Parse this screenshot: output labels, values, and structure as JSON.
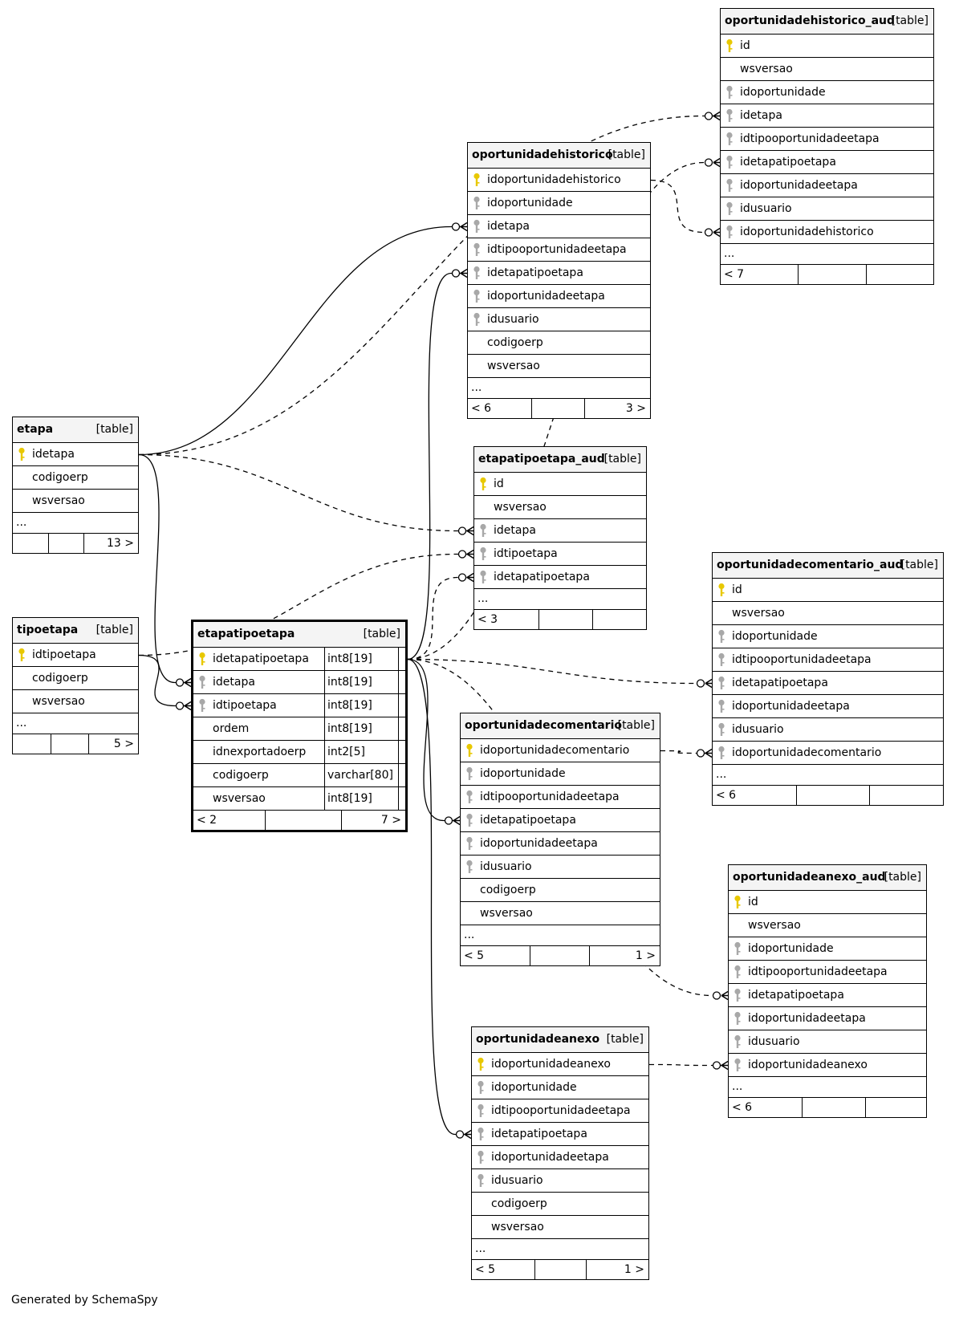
{
  "diagram": {
    "tables": [
      {
        "id": "oportunidadehistorico_aud",
        "name": "oportunidadehistorico_aud",
        "kind": "[table]",
        "columns": [
          {
            "name": "id",
            "key": "pk"
          },
          {
            "name": "wsversao",
            "key": ""
          },
          {
            "name": "idoportunidade",
            "key": "fk"
          },
          {
            "name": "idetapa",
            "key": "fk"
          },
          {
            "name": "idtipooportunidadeetapa",
            "key": "fk"
          },
          {
            "name": "idetapatipoetapa",
            "key": "fk"
          },
          {
            "name": "idoportunidadeetapa",
            "key": "fk"
          },
          {
            "name": "idusuario",
            "key": "fk"
          },
          {
            "name": "idoportunidadehistorico",
            "key": "fk"
          }
        ],
        "more": "...",
        "parents": "< 7",
        "children": ""
      },
      {
        "id": "oportunidadehistorico",
        "name": "oportunidadehistorico",
        "kind": "[table]",
        "columns": [
          {
            "name": "idoportunidadehistorico",
            "key": "pk"
          },
          {
            "name": "idoportunidade",
            "key": "fk"
          },
          {
            "name": "idetapa",
            "key": "fk"
          },
          {
            "name": "idtipooportunidadeetapa",
            "key": "fk"
          },
          {
            "name": "idetapatipoetapa",
            "key": "fk"
          },
          {
            "name": "idoportunidadeetapa",
            "key": "fk"
          },
          {
            "name": "idusuario",
            "key": "fk"
          },
          {
            "name": "codigoerp",
            "key": ""
          },
          {
            "name": "wsversao",
            "key": ""
          }
        ],
        "more": "...",
        "parents": "< 6",
        "children": "3 >"
      },
      {
        "id": "etapa",
        "name": "etapa",
        "kind": "[table]",
        "columns": [
          {
            "name": "idetapa",
            "key": "pk"
          },
          {
            "name": "codigoerp",
            "key": ""
          },
          {
            "name": "wsversao",
            "key": ""
          }
        ],
        "more": "...",
        "parents": "",
        "children": "13 >"
      },
      {
        "id": "etapatipoetapa_aud",
        "name": "etapatipoetapa_aud",
        "kind": "[table]",
        "columns": [
          {
            "name": "id",
            "key": "pk"
          },
          {
            "name": "wsversao",
            "key": ""
          },
          {
            "name": "idetapa",
            "key": "fk"
          },
          {
            "name": "idtipoetapa",
            "key": "fk"
          },
          {
            "name": "idetapatipoetapa",
            "key": "fk"
          }
        ],
        "more": "...",
        "parents": "< 3",
        "children": ""
      },
      {
        "id": "oportunidadecomentario_aud",
        "name": "oportunidadecomentario_aud",
        "kind": "[table]",
        "columns": [
          {
            "name": "id",
            "key": "pk"
          },
          {
            "name": "wsversao",
            "key": ""
          },
          {
            "name": "idoportunidade",
            "key": "fk"
          },
          {
            "name": "idtipooportunidadeetapa",
            "key": "fk"
          },
          {
            "name": "idetapatipoetapa",
            "key": "fk"
          },
          {
            "name": "idoportunidadeetapa",
            "key": "fk"
          },
          {
            "name": "idusuario",
            "key": "fk"
          },
          {
            "name": "idoportunidadecomentario",
            "key": "fk"
          }
        ],
        "more": "...",
        "parents": "< 6",
        "children": ""
      },
      {
        "id": "tipoetapa",
        "name": "tipoetapa",
        "kind": "[table]",
        "columns": [
          {
            "name": "idtipoetapa",
            "key": "pk"
          },
          {
            "name": "codigoerp",
            "key": ""
          },
          {
            "name": "wsversao",
            "key": ""
          }
        ],
        "more": "...",
        "parents": "",
        "children": "5 >"
      },
      {
        "id": "etapatipoetapa",
        "name": "etapatipoetapa",
        "kind": "[table]",
        "focus": true,
        "columns": [
          {
            "name": "idetapatipoetapa",
            "key": "pk",
            "type": "int8[19]"
          },
          {
            "name": "idetapa",
            "key": "fk",
            "type": "int8[19]"
          },
          {
            "name": "idtipoetapa",
            "key": "fk",
            "type": "int8[19]"
          },
          {
            "name": "ordem",
            "key": "",
            "type": "int8[19]"
          },
          {
            "name": "idnexportadoerp",
            "key": "",
            "type": "int2[5]"
          },
          {
            "name": "codigoerp",
            "key": "",
            "type": "varchar[80]"
          },
          {
            "name": "wsversao",
            "key": "",
            "type": "int8[19]"
          }
        ],
        "more": "",
        "parents": "< 2",
        "children": "7 >"
      },
      {
        "id": "oportunidadecomentario",
        "name": "oportunidadecomentario",
        "kind": "[table]",
        "columns": [
          {
            "name": "idoportunidadecomentario",
            "key": "pk"
          },
          {
            "name": "idoportunidade",
            "key": "fk"
          },
          {
            "name": "idtipooportunidadeetapa",
            "key": "fk"
          },
          {
            "name": "idetapatipoetapa",
            "key": "fk"
          },
          {
            "name": "idoportunidadeetapa",
            "key": "fk"
          },
          {
            "name": "idusuario",
            "key": "fk"
          },
          {
            "name": "codigoerp",
            "key": ""
          },
          {
            "name": "wsversao",
            "key": ""
          }
        ],
        "more": "...",
        "parents": "< 5",
        "children": "1 >"
      },
      {
        "id": "oportunidadeanexo_aud",
        "name": "oportunidadeanexo_aud",
        "kind": "[table]",
        "columns": [
          {
            "name": "id",
            "key": "pk"
          },
          {
            "name": "wsversao",
            "key": ""
          },
          {
            "name": "idoportunidade",
            "key": "fk"
          },
          {
            "name": "idtipooportunidadeetapa",
            "key": "fk"
          },
          {
            "name": "idetapatipoetapa",
            "key": "fk"
          },
          {
            "name": "idoportunidadeetapa",
            "key": "fk"
          },
          {
            "name": "idusuario",
            "key": "fk"
          },
          {
            "name": "idoportunidadeanexo",
            "key": "fk"
          }
        ],
        "more": "...",
        "parents": "< 6",
        "children": ""
      },
      {
        "id": "oportunidadeanexo",
        "name": "oportunidadeanexo",
        "kind": "[table]",
        "columns": [
          {
            "name": "idoportunidadeanexo",
            "key": "pk"
          },
          {
            "name": "idoportunidade",
            "key": "fk"
          },
          {
            "name": "idtipooportunidadeetapa",
            "key": "fk"
          },
          {
            "name": "idetapatipoetapa",
            "key": "fk"
          },
          {
            "name": "idoportunidadeetapa",
            "key": "fk"
          },
          {
            "name": "idusuario",
            "key": "fk"
          },
          {
            "name": "codigoerp",
            "key": ""
          },
          {
            "name": "wsversao",
            "key": ""
          }
        ],
        "more": "...",
        "parents": "< 5",
        "children": "1 >"
      }
    ],
    "relationships": [
      {
        "from": "etapa.idetapa",
        "to": "oportunidadehistorico_aud.idetapa",
        "style": "dashed"
      },
      {
        "from": "etapa.idetapa",
        "to": "oportunidadehistorico.idetapa",
        "style": "solid"
      },
      {
        "from": "etapa.idetapa",
        "to": "etapatipoetapa_aud.idetapa",
        "style": "dashed"
      },
      {
        "from": "etapa.idetapa",
        "to": "etapatipoetapa.idetapa",
        "style": "solid"
      },
      {
        "from": "tipoetapa.idtipoetapa",
        "to": "etapatipoetapa.idtipoetapa",
        "style": "solid"
      },
      {
        "from": "tipoetapa.idtipoetapa",
        "to": "etapatipoetapa_aud.idtipoetapa",
        "style": "dashed"
      },
      {
        "from": "oportunidadehistorico.idoportunidadehistorico",
        "to": "oportunidadehistorico_aud.idoportunidadehistorico",
        "style": "dashed"
      },
      {
        "from": "etapatipoetapa.idetapatipoetapa",
        "to": "oportunidadehistorico.idetapatipoetapa",
        "style": "solid"
      },
      {
        "from": "etapatipoetapa.idetapatipoetapa",
        "to": "oportunidadehistorico_aud.idetapatipoetapa",
        "style": "dashed"
      },
      {
        "from": "etapatipoetapa.idetapatipoetapa",
        "to": "etapatipoetapa_aud.idetapatipoetapa",
        "style": "dashed"
      },
      {
        "from": "etapatipoetapa.idetapatipoetapa",
        "to": "oportunidadecomentario_aud.idetapatipoetapa",
        "style": "dashed"
      },
      {
        "from": "etapatipoetapa.idetapatipoetapa",
        "to": "oportunidadecomentario.idetapatipoetapa",
        "style": "solid"
      },
      {
        "from": "etapatipoetapa.idetapatipoetapa",
        "to": "oportunidadeanexo_aud.idetapatipoetapa",
        "style": "dashed"
      },
      {
        "from": "etapatipoetapa.idetapatipoetapa",
        "to": "oportunidadeanexo.idetapatipoetapa",
        "style": "solid"
      },
      {
        "from": "oportunidadecomentario.idoportunidadecomentario",
        "to": "oportunidadecomentario_aud.idoportunidadecomentario",
        "style": "dashed"
      },
      {
        "from": "oportunidadeanexo.idoportunidadeanexo",
        "to": "oportunidadeanexo_aud.idoportunidadeanexo",
        "style": "dashed"
      }
    ],
    "colors": {
      "pk_icon": "#e8c800",
      "fk_icon": "#a8a8a8",
      "header_bg": "#f4f4f4",
      "line": "#000000"
    },
    "icons": {
      "pk": "primary-key-icon",
      "fk": "foreign-key-icon"
    }
  },
  "footer": {
    "generated_by": "Generated by SchemaSpy"
  }
}
